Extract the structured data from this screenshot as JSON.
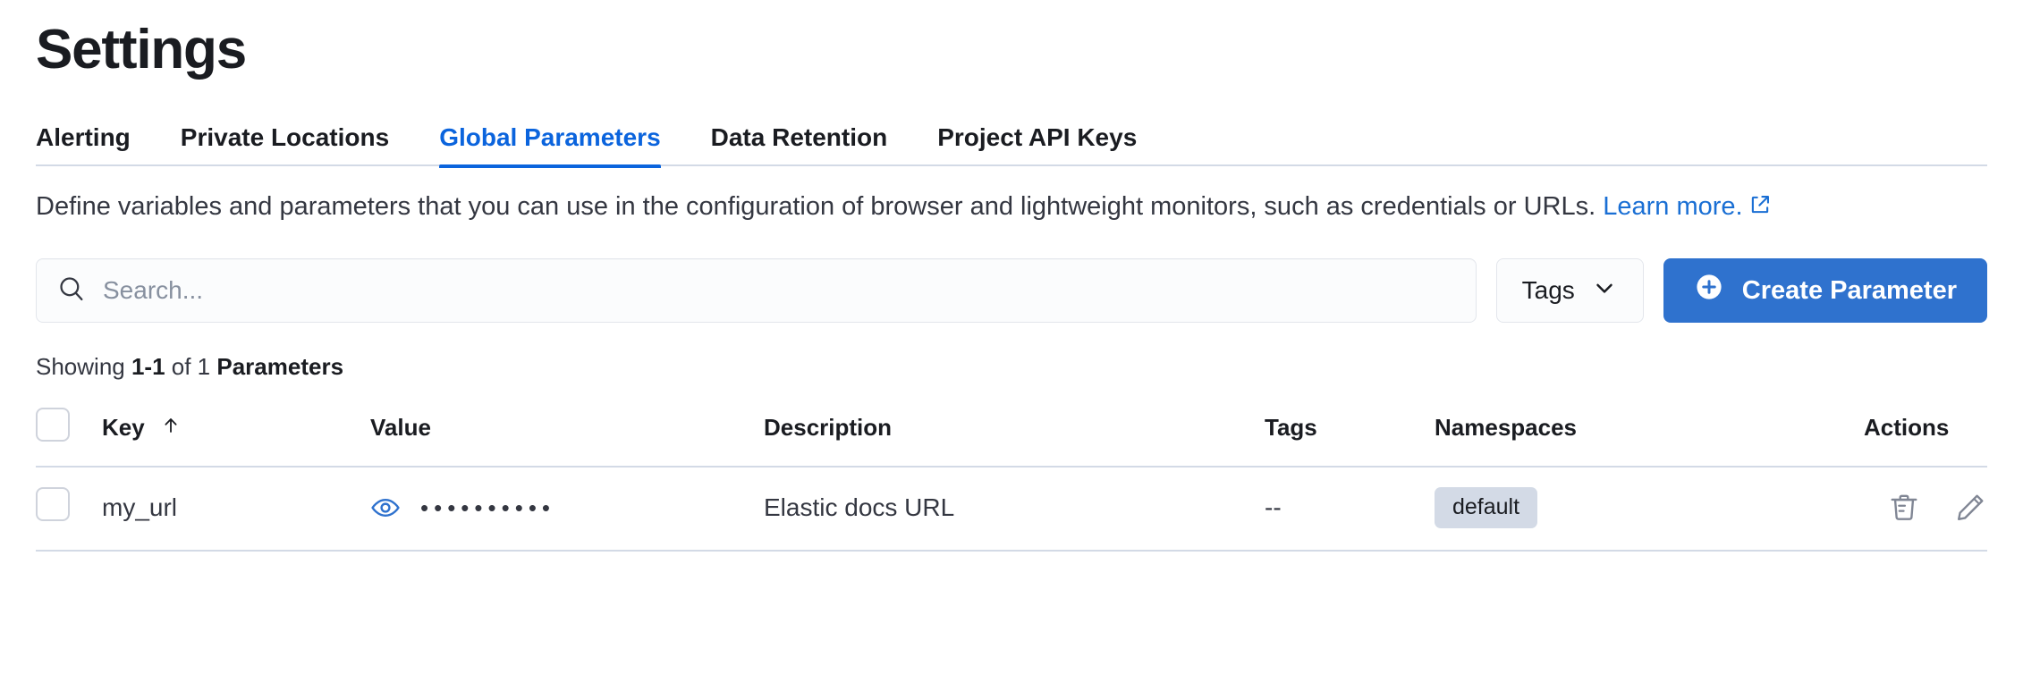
{
  "page_title": "Settings",
  "colors": {
    "accent_blue": "#0b64dd",
    "button_blue": "#2f72ce",
    "link_blue": "#1a6fd4",
    "border": "#d3dae6",
    "badge_bg": "#d3dae6",
    "text": "#1a1c21",
    "muted_text": "#87909f"
  },
  "tabs": [
    {
      "label": "Alerting",
      "active": false
    },
    {
      "label": "Private Locations",
      "active": false
    },
    {
      "label": "Global Parameters",
      "active": true
    },
    {
      "label": "Data Retention",
      "active": false
    },
    {
      "label": "Project API Keys",
      "active": false
    }
  ],
  "description": {
    "text": "Define variables and parameters that you can use in the configuration of browser and lightweight monitors, such as credentials or URLs.",
    "link_label": "Learn more.",
    "link_icon": "external-link-icon"
  },
  "controls": {
    "search_placeholder": "Search...",
    "search_value": "",
    "search_icon": "search-icon",
    "tags_filter_label": "Tags",
    "tags_filter_icon": "chevron-down-icon",
    "create_button_label": "Create Parameter",
    "create_button_icon": "plus-circle-icon"
  },
  "results_summary": {
    "prefix": "Showing ",
    "range": "1-1",
    "middle": " of 1 ",
    "entity": "Parameters"
  },
  "table": {
    "select_all_checkbox": "unchecked",
    "sort_column": "Key",
    "sort_direction": "ascending",
    "sort_icon": "arrow-up-icon",
    "columns": [
      {
        "label": "Key"
      },
      {
        "label": "Value"
      },
      {
        "label": "Description"
      },
      {
        "label": "Tags"
      },
      {
        "label": "Namespaces"
      },
      {
        "label": "Actions"
      }
    ],
    "rows": [
      {
        "checkbox": "unchecked",
        "key": "my_url",
        "value_masked": "••••••••••",
        "value_toggle_icon": "eye-icon",
        "description": "Elastic docs URL",
        "tags": "--",
        "namespaces": [
          "default"
        ],
        "actions": [
          {
            "icon": "trash-icon",
            "name": "delete"
          },
          {
            "icon": "pencil-icon",
            "name": "edit"
          }
        ]
      }
    ]
  }
}
